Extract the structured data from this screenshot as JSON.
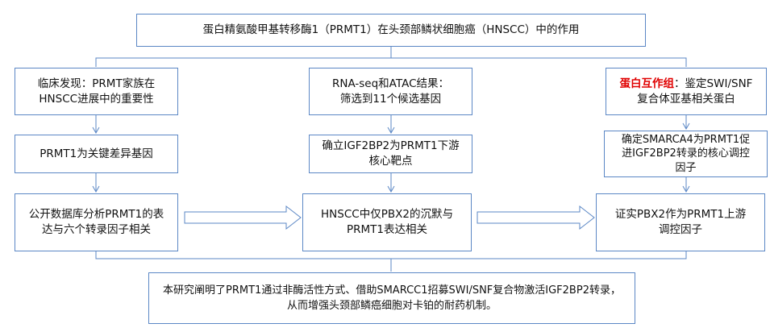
{
  "title": "蛋白精氨酸甲基转移酶1（PRMT1）在头颈部鳞状细胞癌（HNSCC）中的作用",
  "col1": {
    "box1": [
      "临床发现：PRMT家族在",
      "HNSCC进展中的重要性"
    ],
    "box2": [
      "PRMT1为关键差异基因"
    ],
    "box3": [
      "公开数据库分析PRMT1的表",
      "达与六个转录因子相关"
    ]
  },
  "col2": {
    "box1": [
      "RNA-seq和ATAC结果：",
      "筛选到11个候选基因"
    ],
    "box2": [
      "确立IGF2BP2为PRMT1下游",
      "核心靶点"
    ],
    "box3": [
      "HNSCC中仅PBX2的沉默与",
      "PRMT1表达相关"
    ]
  },
  "col3": {
    "box1_highlight": "蛋白互作组",
    "box1_rest": "：鉴定SWI/SNF",
    "box1_line2": "复合体亚基相关蛋白",
    "box2": [
      "确定SMARCA4为PRMT1促",
      "进IGF2BP2转录的核心调控",
      "因子"
    ],
    "box3": [
      "证实PBX2作为PRMT1上游",
      "调控因子"
    ]
  },
  "conclusion": [
    "本研究阐明了PRMT1通过非酶活性方式、借助SMARCC1招募SWI/SNF复合物激活IGF2BP2转录，",
    "从而增强头颈部鳞癌细胞对卡铂的耐药机制。"
  ],
  "colors": {
    "border": "#5b87c5",
    "highlight": "#e00000"
  }
}
